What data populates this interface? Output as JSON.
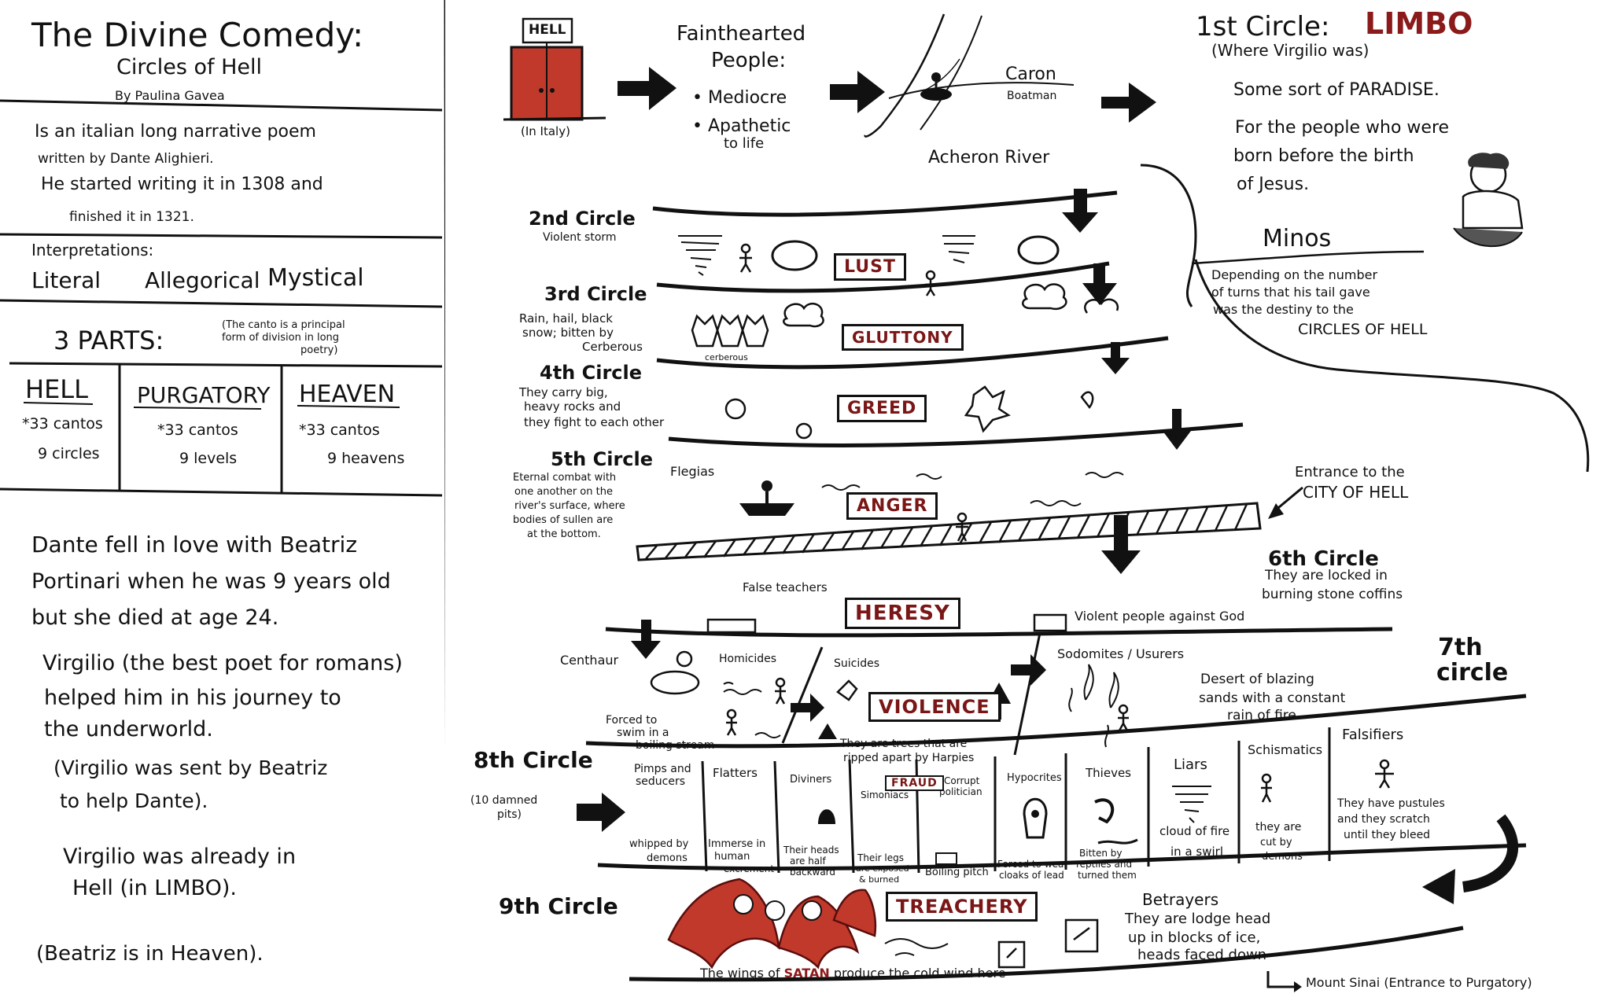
{
  "left": {
    "title": "The Divine Comedy:",
    "subtitle": "Circles of Hell",
    "byline": "By Paulina Gavea",
    "intro": [
      "Is an italian long narrative poem",
      "written by Dante Alighieri.",
      "He started writing it in 1308 and",
      "finished it in 1321."
    ],
    "interpretations_label": "Interpretations:",
    "interpretations": [
      "Literal",
      "Allegorical",
      "Mystical"
    ],
    "parts_label": "3 PARTS:",
    "canto_note": [
      "(The canto is a principal",
      "form of division in long",
      "poetry)"
    ],
    "parts": [
      {
        "name": "HELL",
        "line1": "*33 cantos",
        "line2": "9 circles"
      },
      {
        "name": "PURGATORY",
        "line1": "*33 cantos",
        "line2": "9 levels"
      },
      {
        "name": "HEAVEN",
        "line1": "*33 cantos",
        "line2": "9 heavens"
      }
    ],
    "story": [
      [
        "Dante fell in love with Beatriz",
        "Portinari when he was 9 years old",
        "but she died at age 24."
      ],
      [
        "Virgilio (the best poet for romans)",
        "helped him in his journey to",
        "the underworld."
      ],
      [
        "(Virgilio was sent by Beatriz",
        "to help Dante)."
      ],
      [
        "Virgilio was already in",
        "Hell (in LIMBO)."
      ],
      [
        "(Beatriz is in Heaven)."
      ]
    ]
  },
  "top": {
    "hell_sign": "HELL",
    "hell_note": "(In Italy)",
    "faint_title": [
      "Fainthearted",
      "People:"
    ],
    "faint_items": [
      "• Mediocre",
      "• Apathetic",
      "to life"
    ],
    "caron": "Caron",
    "boatman": "Boatman",
    "river": "Acheron River",
    "limbo_prefix": "1st Circle:",
    "limbo": "LIMBO",
    "limbo_sub": "(Where Virgilio was)",
    "limbo_desc": [
      "Some sort of PARADISE.",
      "For the people who were",
      "born before the birth",
      "of Jesus."
    ],
    "minos": "Minos",
    "minos_desc": [
      "Depending on the number",
      "of turns that his tail gave",
      "was the destiny to the",
      "CIRCLES OF HELL"
    ]
  },
  "circles": {
    "c2": {
      "title": "2nd Circle",
      "desc": [
        "Violent storm"
      ],
      "sin": "LUST"
    },
    "c3": {
      "title": "3rd Circle",
      "desc": [
        "Rain, hail, black",
        "snow; bitten by",
        "Cerberous"
      ],
      "sin": "GLUTTONY",
      "dog": "cerberous"
    },
    "c4": {
      "title": "4th Circle",
      "desc": [
        "They carry big,",
        "heavy rocks and",
        "they fight to each other"
      ],
      "sin": "GREED"
    },
    "c5": {
      "title": "5th Circle",
      "desc": [
        "Eternal combat with",
        "one another on the",
        "river's surface, where",
        "bodies of sullen are",
        "at the bottom."
      ],
      "sin": "ANGER",
      "flegias": "Flegias"
    },
    "city": [
      "Entrance to the",
      "CITY OF HELL"
    ],
    "c6": {
      "title": "6th Circle",
      "desc": [
        "They are locked in",
        "burning stone coffins"
      ],
      "sin": "HERESY",
      "false_teachers": "False teachers",
      "violent": "Violent people against God"
    },
    "c7": {
      "title": [
        "7th",
        "circle"
      ],
      "sin": "VIOLENCE",
      "centhaur": "Centhaur",
      "homicides": "Homicides",
      "suicides": "Suicides",
      "sodomites": "Sodomites / Usurers",
      "desert": [
        "Desert of blazing",
        "sands with a constant",
        "rain of fire."
      ],
      "swim": [
        "Forced to",
        "swim in a",
        "boiling stream"
      ],
      "trees": [
        "They are trees that are",
        "ripped apart by Harpies"
      ]
    },
    "c8": {
      "title": "8th Circle",
      "sub": [
        "(10 damned",
        "pits)"
      ],
      "fraud": "FRAUD",
      "pits": [
        {
          "name": [
            "Pimps and",
            "seducers"
          ],
          "desc": [
            "whipped by",
            "demons"
          ]
        },
        {
          "name": [
            "Flatters"
          ],
          "desc": [
            "Immerse in",
            "human",
            "excrement"
          ]
        },
        {
          "name": [
            "Diviners"
          ],
          "desc": [
            "Their heads",
            "are half",
            "backward"
          ]
        },
        {
          "name": [
            "Simoniacs"
          ],
          "desc": [
            "Their legs",
            "are exposed",
            "& burned"
          ]
        },
        {
          "name": [
            "Corrupt",
            "politician"
          ],
          "desc": [
            "Boiling pitch"
          ]
        },
        {
          "name": [
            "Hypocrites"
          ],
          "desc": [
            "Forced to wear",
            "cloaks of lead"
          ]
        },
        {
          "name": [
            "Thieves"
          ],
          "desc": [
            "Bitten by",
            "reptiles and",
            "turned them"
          ]
        },
        {
          "name": [
            "Liars"
          ],
          "desc": [
            "cloud of fire",
            "in a swirl"
          ]
        },
        {
          "name": [
            "Schismatics"
          ],
          "desc": [
            "they are",
            "cut by",
            "demons"
          ]
        },
        {
          "name": [
            "Falsifiers"
          ],
          "desc": [
            "They have pustules",
            "and they scratch",
            "until they bleed"
          ]
        }
      ]
    },
    "c9": {
      "title": "9th Circle",
      "sin": "TREACHERY",
      "betrayers": [
        "Betrayers",
        "They are lodge head",
        "up in blocks of ice,",
        "heads faced down"
      ],
      "satan_pre": "The wings of",
      "satan": "SATAN",
      "satan_post": "produce the cold wind here"
    },
    "sinai": "Mount Sinai (Entrance to Purgatory)"
  },
  "colors": {
    "ink": "#111111",
    "blood": "#8b1a1a",
    "door": "#c0392b"
  }
}
